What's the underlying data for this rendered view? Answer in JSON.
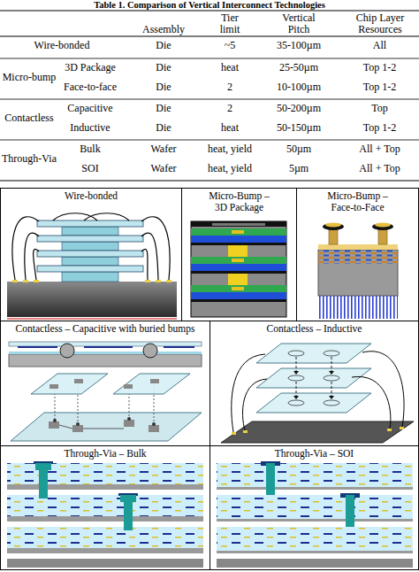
{
  "diagram": {
    "title": "Table 1. Comparison of Vertical Interconnect Technologies",
    "nodes": [
      {
        "text": [
          "Wire-bonded"
        ]
      },
      {
        "text": [
          "Micro-Bump – 3D Package"
        ]
      },
      {
        "text": [
          "Micro-Bump – Face-to-Face"
        ]
      },
      {
        "text": [
          "Contactless – Capacitive with buried bumps"
        ]
      },
      {
        "text": [
          "Contactless – Inductive"
        ]
      },
      {
        "text": [
          "Through-Via – Bulk"
        ]
      },
      {
        "text": [
          "Through-Via – SOI"
        ]
      }
    ],
    "labels": [
      "Assembly",
      "Tier limit",
      "Vertical Pitch",
      "Chip Layer Resources",
      "Wire-bonded",
      "Die",
      "~5",
      "35-100µm",
      "All",
      "Micro-bump",
      "3D Package",
      "Die",
      "heat",
      "25-50µm",
      "Top 1-2",
      "Face-to-face",
      "Die",
      "2",
      "10-100µm",
      "Top 1-2",
      "Contactless",
      "Capacitive",
      "Die",
      "2",
      "50-200µm",
      "Top",
      "Inductive",
      "Die",
      "heat",
      "50-150µm",
      "Top 1-2",
      "Through-Via",
      "Bulk",
      "Wafer",
      "heat, yield",
      "50µm",
      "All + Top",
      "SOI",
      "Wafer",
      "heat, yield",
      "5µm",
      "All + Top"
    ]
  }
}
